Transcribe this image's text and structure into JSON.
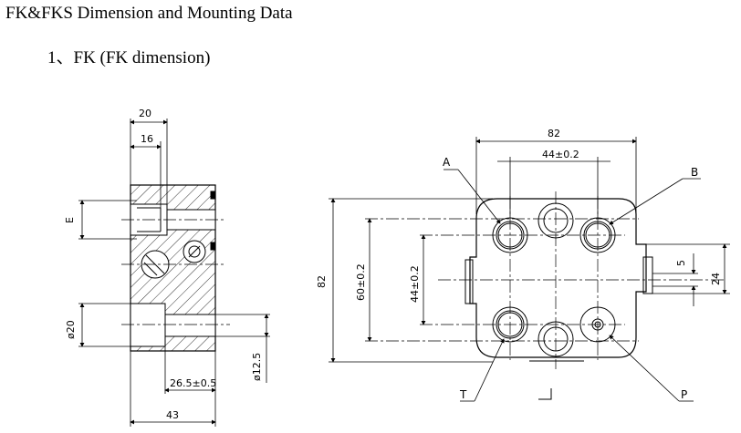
{
  "header": {
    "title": "FK&FKS Dimension and Mounting Data",
    "subtitle": "1、FK (FK dimension)"
  },
  "side_view": {
    "dims": {
      "top_width": "20",
      "top_inner": "16",
      "e_label": "E",
      "bore_dia": "ø20",
      "bore_depth": "26.5±0.5",
      "overall": "43",
      "small_dia": "ø12.5"
    }
  },
  "front_view": {
    "dims": {
      "width": "82",
      "port_spacing_h": "44±0.2",
      "height": "82",
      "port_spacing_v_outer": "60±0.2",
      "port_spacing_v_inner": "44±0.2",
      "slot_width": "5",
      "slot_height": "24"
    },
    "ports": {
      "a": "A",
      "b": "B",
      "t": "T",
      "p": "P"
    }
  }
}
